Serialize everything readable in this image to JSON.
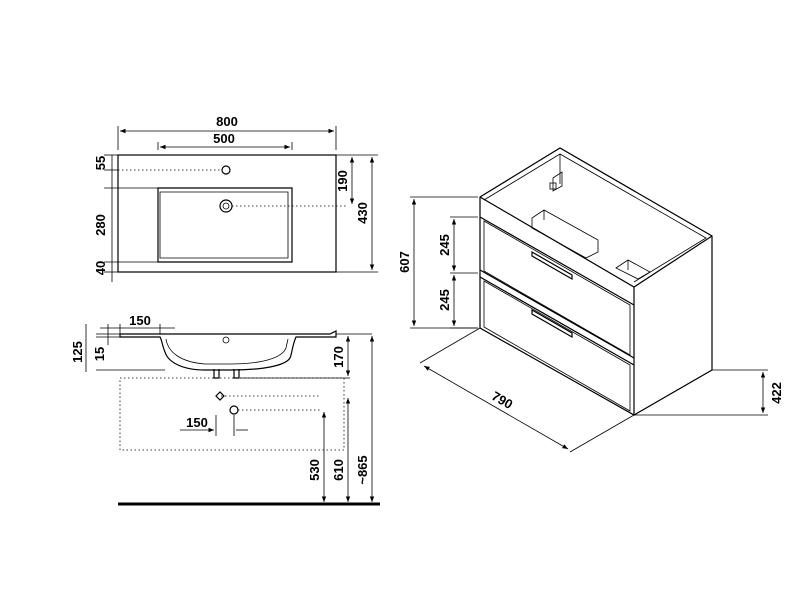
{
  "dimensions": {
    "top_width": "800",
    "drain_span": "500",
    "tap_offset": "55",
    "drain_offset": "190",
    "basin_depth": "280",
    "front_rim": "40",
    "total_depth": "430",
    "rim_offset": "150",
    "basin_height": "125",
    "rim_thickness": "15",
    "bowl_height": "170",
    "siphon_spacing": "150",
    "drain_height_530": "530",
    "drain_height_610": "610",
    "total_height": "~865",
    "cabinet_height": "607",
    "drawer_upper": "245",
    "drawer_lower": "245",
    "cabinet_width": "790",
    "cabinet_depth": "422"
  }
}
